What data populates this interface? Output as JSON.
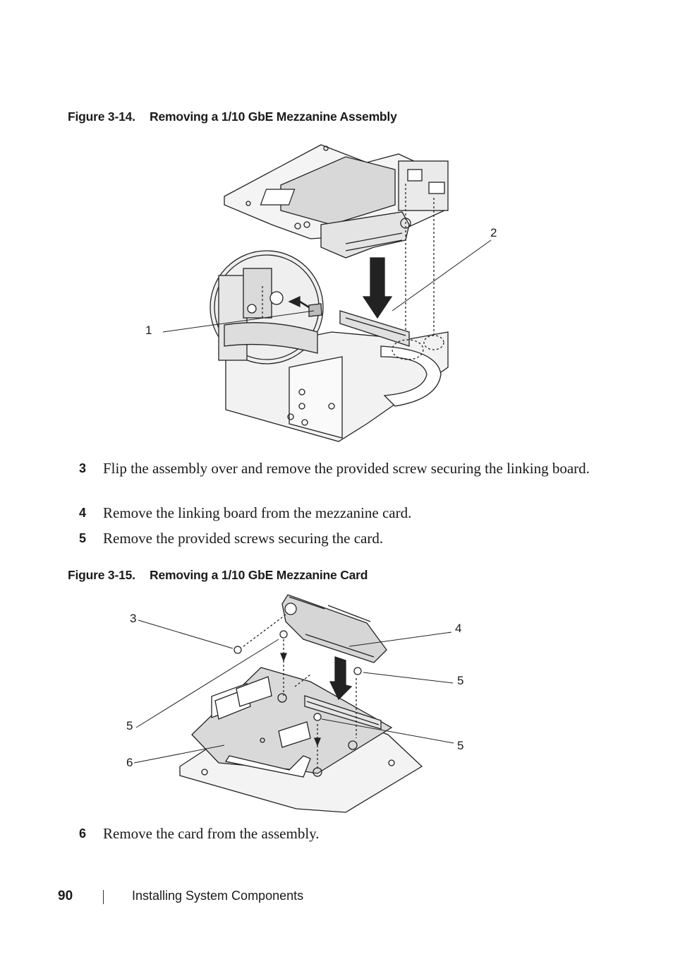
{
  "figure1": {
    "number": "Figure 3-14.",
    "title": "Removing a 1/10 GbE Mezzanine Assembly",
    "callouts": [
      "1",
      "2"
    ]
  },
  "steps_a": [
    {
      "num": "3",
      "text": "Flip the assembly over and remove the provided screw securing the linking board."
    },
    {
      "num": "4",
      "text": "Remove the linking board from the mezzanine card."
    },
    {
      "num": "5",
      "text": "Remove the provided screws securing the card."
    }
  ],
  "figure2": {
    "number": "Figure 3-15.",
    "title": "Removing a 1/10 GbE Mezzanine Card",
    "callouts": [
      "3",
      "4",
      "5",
      "5",
      "5",
      "6"
    ]
  },
  "steps_b": [
    {
      "num": "6",
      "text": "Remove the card from the assembly."
    }
  ],
  "footer": {
    "page_number": "90",
    "section": "Installing System Components"
  }
}
